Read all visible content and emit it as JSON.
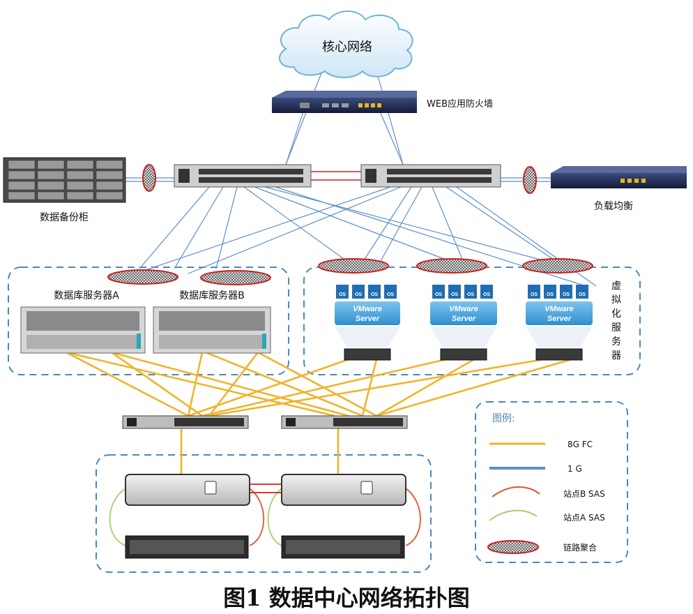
{
  "title": "图1   数据中心网络拓扑图",
  "nodes": {
    "core_network": "核心网络",
    "web_firewall": "WEB应用防火墙",
    "backup_cabinet": "数据备份柜",
    "load_balancer": "负载均衡",
    "db_server_a": "数据库服务器A",
    "db_server_b": "数据库服务器B",
    "virtualization_group": [
      "虚",
      "拟",
      "化",
      "服",
      "务",
      "器"
    ],
    "vmware_line1": "VMware",
    "vmware_line2": "Server",
    "os_label": "OS"
  },
  "legend": {
    "title": "图例:",
    "items": [
      {
        "label": "8G FC",
        "color": "#f0b429"
      },
      {
        "label": "1 G",
        "color": "#5b8fc9"
      },
      {
        "label": "站点B SAS",
        "color": "#e0542a"
      },
      {
        "label": "站点A SAS",
        "color": "#a8cf6a"
      },
      {
        "label": "链路聚合",
        "color": "#cc1f1f"
      }
    ]
  },
  "colors": {
    "fc": "#f0b429",
    "ethernet": "#5b8fc9",
    "siteB": "#e0542a",
    "siteA": "#a8cf6a",
    "aggregation": "#cc1f1f",
    "dashed_box": "#4a88b8"
  }
}
